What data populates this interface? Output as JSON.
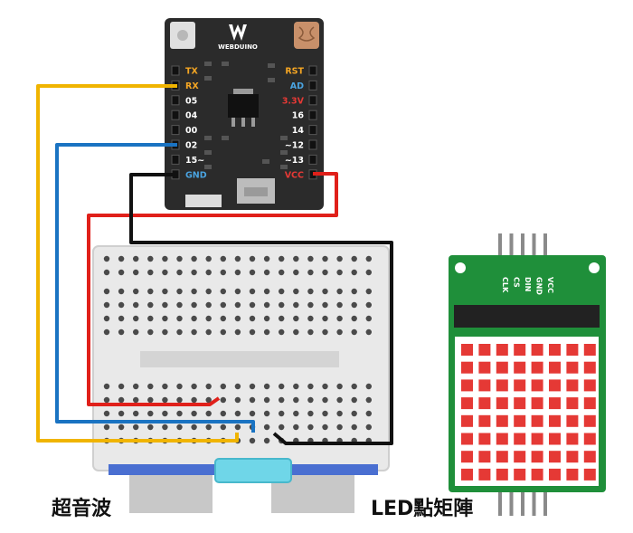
{
  "board": {
    "logo_text": "WEBDUINO",
    "left_pins": [
      "TX",
      "RX",
      "05",
      "04",
      "00",
      "02",
      "15~",
      "GND"
    ],
    "right_pins": [
      "RST",
      "AD",
      "3.3V",
      "16",
      "14",
      "~12",
      "~13",
      "VCC"
    ],
    "left_pin_colors": [
      "#f5a623",
      "#f5a623",
      "#ffffff",
      "#ffffff",
      "#ffffff",
      "#ffffff",
      "#ffffff",
      "#4aa3e0"
    ],
    "right_pin_colors": [
      "#f5a623",
      "#4aa3e0",
      "#e53935",
      "#ffffff",
      "#ffffff",
      "#ffffff",
      "#ffffff",
      "#e53935"
    ]
  },
  "matrix": {
    "pins": [
      "CLK",
      "CS",
      "DIN",
      "GND",
      "VCC"
    ],
    "rows": 8,
    "cols": 8,
    "board_color": "#1f8f3a",
    "dot_color": "#e53935"
  },
  "wires": {
    "yellow": "#f0b400",
    "blue": "#1a73c2",
    "red": "#e0201a",
    "black": "#111111"
  },
  "captions": {
    "ultrasonic": "超音波",
    "led_matrix": "LED點矩陣"
  }
}
